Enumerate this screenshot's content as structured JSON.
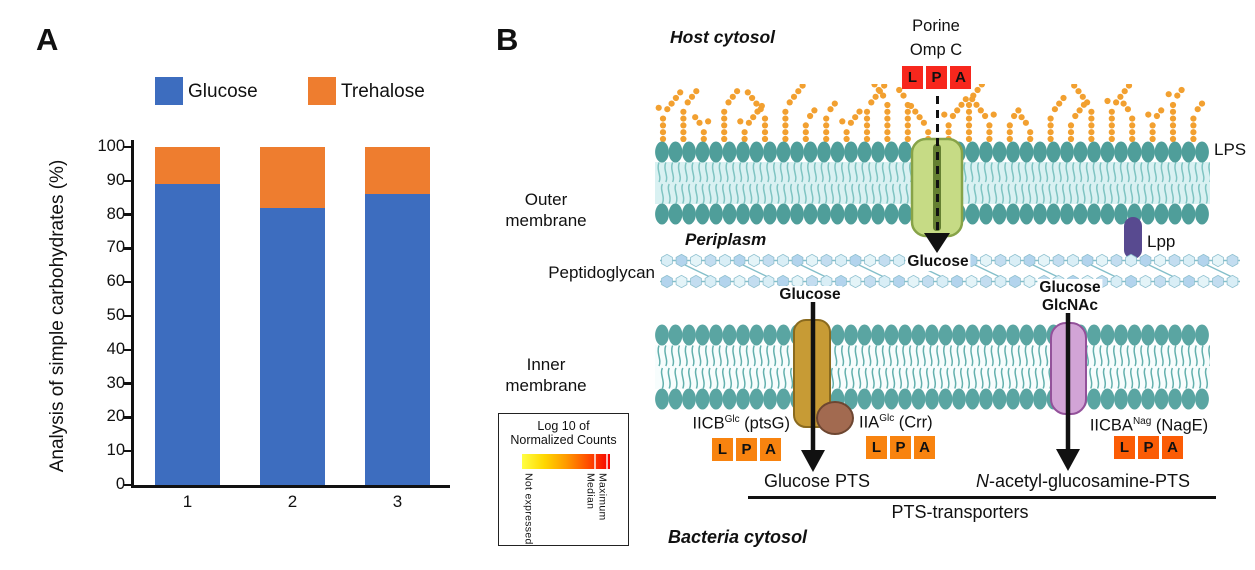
{
  "chart_data": {
    "type": "stacked-bar",
    "title": "",
    "categories": [
      "1",
      "2",
      "3"
    ],
    "series": [
      {
        "name": "Glucose",
        "color": "#3d6dbf",
        "values": [
          89,
          82,
          86
        ]
      },
      {
        "name": "Trehalose",
        "color": "#ee7d2f",
        "values": [
          11,
          18,
          14
        ]
      }
    ],
    "xlabel": "",
    "ylabel": "Analysis of simple carbohydrates (%)",
    "ylim": [
      0,
      100
    ],
    "yticks": [
      0,
      10,
      20,
      30,
      40,
      50,
      60,
      70,
      80,
      90,
      100
    ],
    "grid": false,
    "legend_position": "top"
  },
  "panel_a": {
    "label": "A"
  },
  "panel_b": {
    "label": "B",
    "host_cytosol": "Host cytosol",
    "porin": {
      "line1": "Porine",
      "line2": "Omp C",
      "lpa": [
        "L",
        "P",
        "A"
      ],
      "lpa_color": "#f7271d",
      "product": "Glucose"
    },
    "lps_label": "LPS",
    "outer_membrane": [
      "Outer",
      "membrane"
    ],
    "periplasm": "Periplasm",
    "peptidoglycan": "Peptidoglycan",
    "lpp": "Lpp",
    "inner_membrane": [
      "Inner",
      "membrane"
    ],
    "glucose_pts": {
      "substrate": "Glucose",
      "iicb": {
        "base": "IICB",
        "sup": "Glc",
        "rest": " (ptsG)",
        "lpa": [
          "L",
          "P",
          "A"
        ],
        "lpa_color": "#f8830f"
      },
      "iia": {
        "base": "IIA",
        "sup": "Glc",
        "rest": " (Crr)",
        "lpa": [
          "L",
          "P",
          "A"
        ],
        "lpa_color": "#f8830f"
      },
      "label": "Glucose PTS"
    },
    "nag_pts": {
      "substrate1": "Glucose",
      "substrate2": "GlcNAc",
      "iicba": {
        "base": "IICBA",
        "sup": "Nag",
        "rest": " (NagE)",
        "lpa": [
          "L",
          "P",
          "A"
        ],
        "lpa_color": "#fb5c05"
      },
      "label_prefix": "N",
      "label_rest": "-acetyl-glucosamine-PTS"
    },
    "pts_transporters": "PTS-transporters",
    "bacteria_cytosol": "Bacteria cytosol",
    "heat_legend": {
      "title1": "Log 10 of",
      "title2": "Normalized Counts",
      "gradient": [
        "#ffff45",
        "#ffd800",
        "#ff9a00",
        "#ff4d00",
        "#f60000"
      ],
      "left_label": "Not expressed",
      "right_labels": [
        "Median",
        "Maximum"
      ]
    },
    "colors": {
      "membrane_head": "#4f9e9a",
      "membrane_head_inner": "#5aa5a2",
      "membrane_band_outer": "#d9f1f2",
      "membrane_band_inner": "#f7fdfd",
      "membrane_tail_outer": "#7fc4c2",
      "membrane_tail_inner": "#63b0ad",
      "lps_chain": "#f2a030",
      "porin_fill": "#c6db85",
      "porin_stroke": "#87a348",
      "porin_channel": "#647f31",
      "lpp": "#584a90",
      "pepti_line": "#84bfca",
      "iicb_fill": "#c79b35",
      "iicb_stroke": "#8a6a1e",
      "iia_fill": "#a26a50",
      "iia_stroke": "#6d4631",
      "nag_fill": "#d2a4d6",
      "nag_stroke": "#93519a",
      "arrow": "#111111"
    }
  }
}
